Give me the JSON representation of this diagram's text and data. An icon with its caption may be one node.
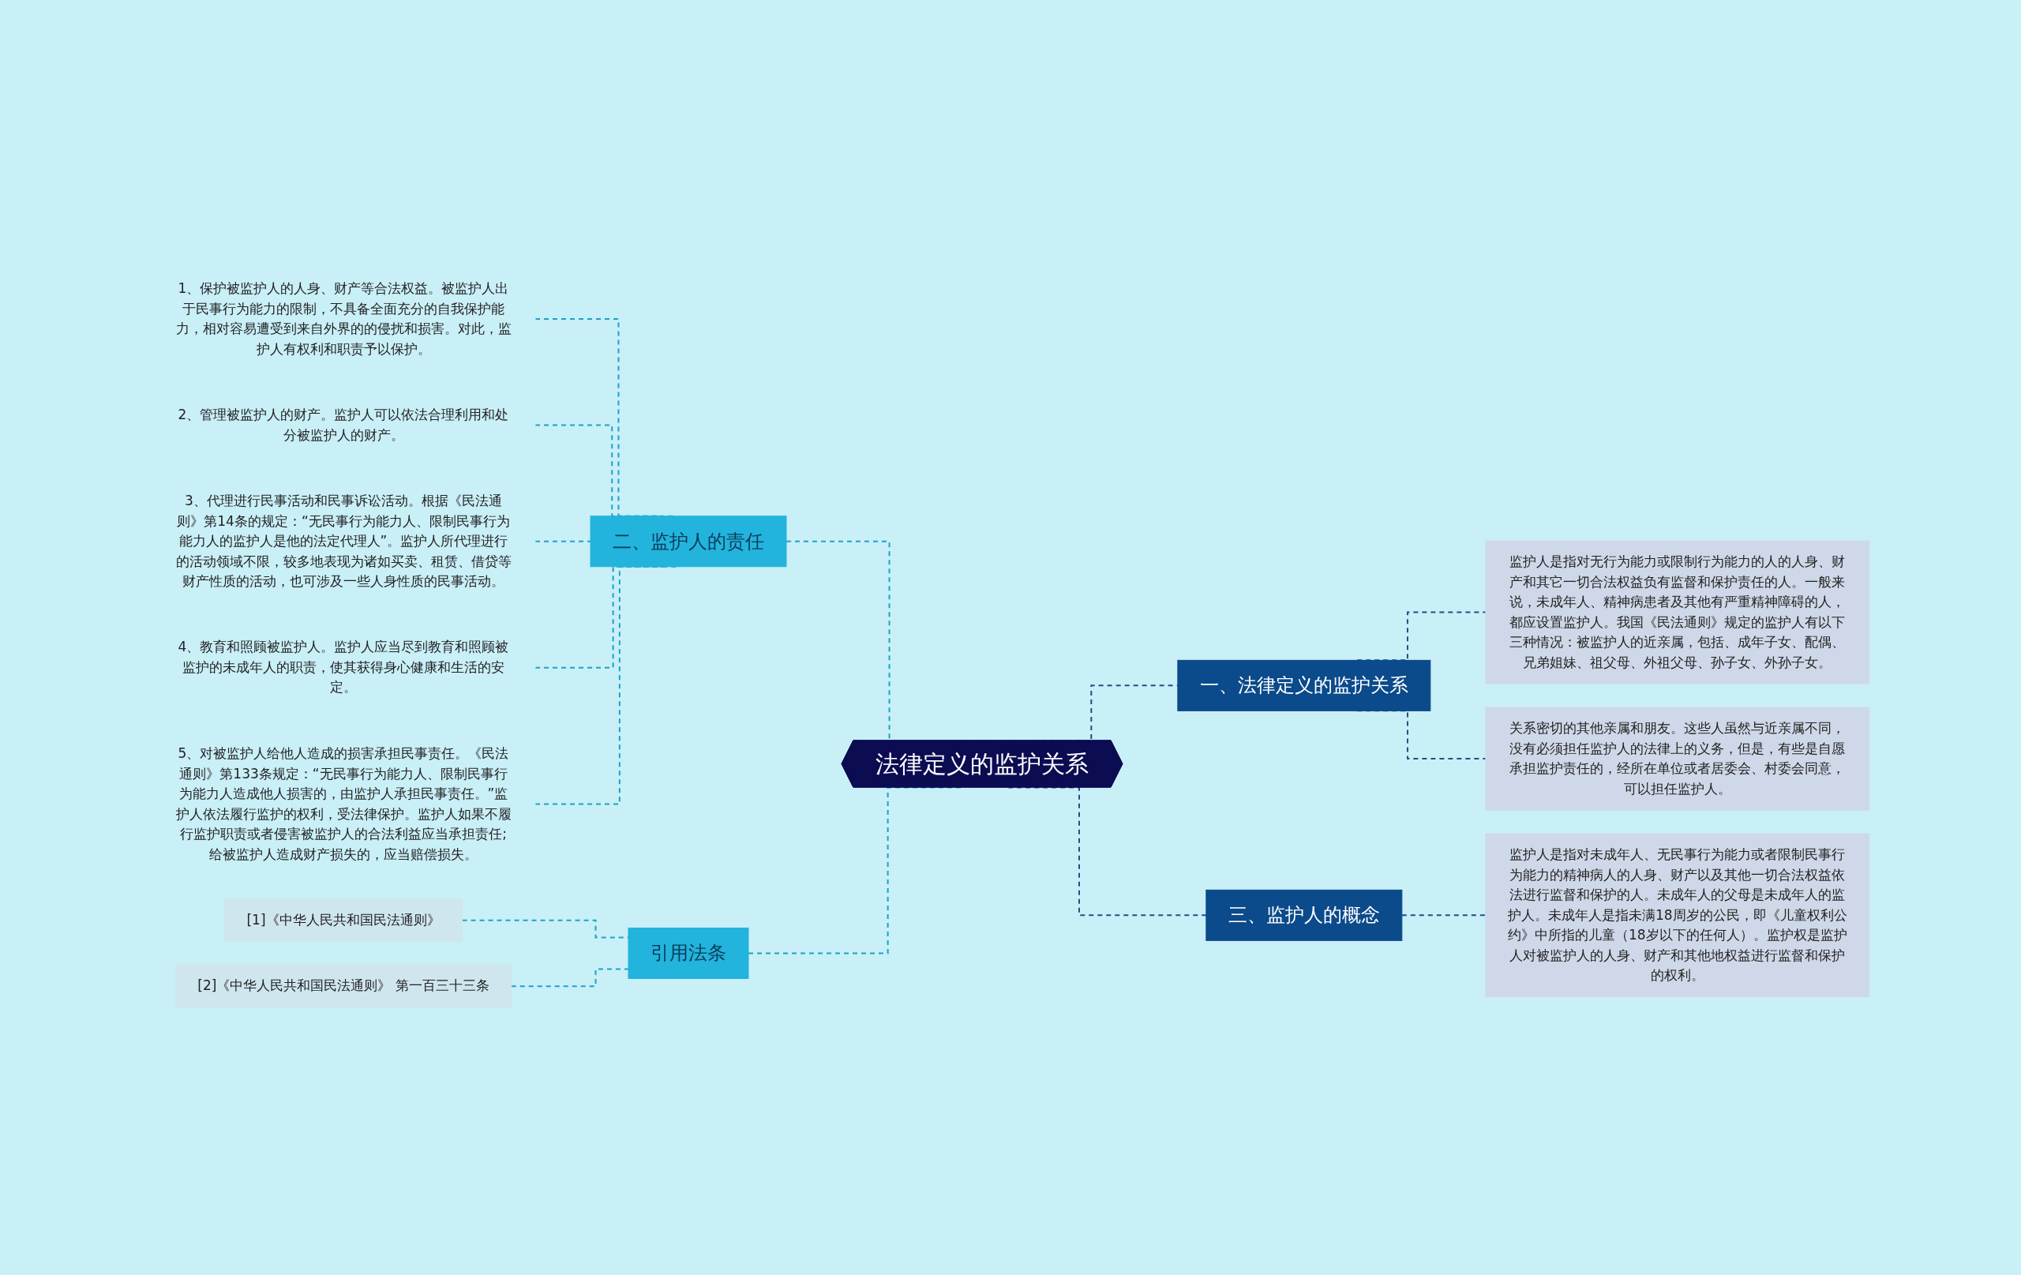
{
  "diagram": {
    "nodes": [
      {
        "text": [
          "法律定义的监护关系"
        ]
      },
      {
        "text": [
          "二、监护人的责任"
        ]
      },
      {
        "text": [
          "1、保护被监护人的人身、财产等合法权益。被监护人出于民事行为能力的限制，不具备全面充分的自我保护能力，相对容易遭受到来自外界的的侵扰和损害。对此，监护人有权利和职责予以保护。"
        ]
      },
      {
        "text": [
          "2、管理被监护人的财产。监护人可以依法合理利用和处分被监护人的财产。"
        ]
      },
      {
        "text": [
          "3、代理进行民事活动和民事诉讼活动。根据《民法通则》第14条的规定：“无民事行为能力人、限制民事行为能力人的监护人是他的法定代理人”。监护人所代理进行的活动领域不限，较多地表现为诸如买卖、租赁、借贷等财产性质的活动，也可涉及一些人身性质的民事活动。"
        ]
      },
      {
        "text": [
          "4、教育和照顾被监护人。监护人应当尽到教育和照顾被监护的未成年人的职责，使其获得身心健康和生活的安定。"
        ]
      },
      {
        "text": [
          "5、对被监护人给他人造成的损害承担民事责任。《民法通则》第133条规定：“无民事行为能力人、限制民事行为能力人造成他人损害的，由监护人承担民事责任。”监护人依法履行监护的权利，受法律保护。监护人如果不履行监护职责或者侵害被监护人的合法利益应当承担责任;给被监护人造成财产损失的，应当赔偿损失。"
        ]
      },
      {
        "text": [
          "引用法条"
        ]
      },
      {
        "text": [
          "[1]《中华人民共和国民法通则》"
        ]
      },
      {
        "text": [
          "[2]《中华人民共和国民法通则》 第一百三十三条"
        ]
      },
      {
        "text": [
          "一、法律定义的监护关系"
        ]
      },
      {
        "text": [
          "监护人是指对无行为能力或限制行为能力的人的人身、财产和其它一切合法权益负有监督和保护责任的人。一般来说，未成年人、精神病患者及其他有严重精神障碍的人，都应设置监护人。我国《民法通则》规定的监护人有以下三种情况：被监护人的近亲属，包括、成年子女、配偶、兄弟姐妹、祖父母、外祖父母、孙子女、外孙子女。"
        ]
      },
      {
        "text": [
          "关系密切的其他亲属和朋友。这些人虽然与近亲属不同，没有必须担任监护人的法律上的义务，但是，有些是自愿承担监护责任的，经所在单位或者居委会、村委会同意，可以担任监护人。"
        ]
      },
      {
        "text": [
          "三、监护人的概念"
        ]
      },
      {
        "text": [
          "监护人是指对未成年人、无民事行为能力或者限制民事行为能力的精神病人的人身、财产以及其他一切合法权益依法进行监督和保护的人。未成年人的父母是未成年人的监护人。未成年人是指未满18周岁的公民，即《儿童权利公约》中所指的儿童（18岁以下的任何人）。监护权是监护人对被监护人的人身、财产和其他地权益进行监督和保护的权利。"
        ]
      }
    ],
    "edges": [
      {
        "from": 0,
        "to": 1,
        "arrow": "none",
        "style": "dashed"
      },
      {
        "from": 1,
        "to": 2,
        "arrow": "none",
        "style": "dashed"
      },
      {
        "from": 1,
        "to": 3,
        "arrow": "none",
        "style": "dashed"
      },
      {
        "from": 1,
        "to": 4,
        "arrow": "none",
        "style": "dashed"
      },
      {
        "from": 1,
        "to": 5,
        "arrow": "none",
        "style": "dashed"
      },
      {
        "from": 1,
        "to": 6,
        "arrow": "none",
        "style": "dashed"
      },
      {
        "from": 0,
        "to": 7,
        "arrow": "none",
        "style": "dashed"
      },
      {
        "from": 7,
        "to": 8,
        "arrow": "none",
        "style": "dashed"
      },
      {
        "from": 7,
        "to": 9,
        "arrow": "none",
        "style": "dashed"
      },
      {
        "from": 0,
        "to": 10,
        "arrow": "none",
        "style": "dashed",
        "color": "#1f4e8c"
      },
      {
        "from": 10,
        "to": 11,
        "arrow": "none",
        "style": "dashed",
        "color": "#1f4e8c"
      },
      {
        "from": 10,
        "to": 12,
        "arrow": "none",
        "style": "dashed",
        "color": "#1f4e8c"
      },
      {
        "from": 0,
        "to": 13,
        "arrow": "none",
        "style": "dashed",
        "color": "#1f4e8c"
      },
      {
        "from": 13,
        "to": 14,
        "arrow": "none",
        "style": "dashed",
        "color": "#1f4e8c"
      }
    ]
  }
}
